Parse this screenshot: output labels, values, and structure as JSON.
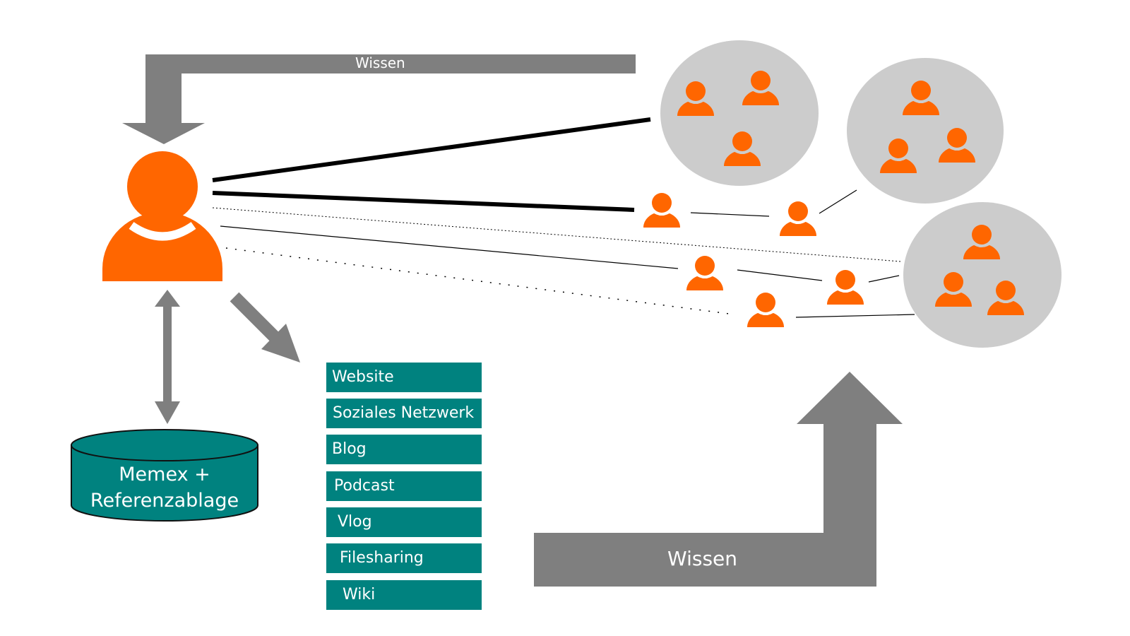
{
  "colors": {
    "person": "#ff6600",
    "arrow": "#7f7f7f",
    "group": "#cccccc",
    "storage": "#00827f",
    "platform": "#00827f",
    "line": "#000000"
  },
  "knowledge_top": {
    "label": "Wissen"
  },
  "knowledge_bottom": {
    "label": "Wissen"
  },
  "storage": {
    "line1": "Memex +",
    "line2": "Referenzablage"
  },
  "platforms": {
    "items": [
      "Website",
      "Soziales Netzwerk",
      "Blog",
      "Podcast",
      "Vlog",
      "Filesharing",
      "Wiki"
    ]
  },
  "icons": {
    "main_person": "user-icon",
    "contacts": "user-icon",
    "groups": "group-icon"
  }
}
